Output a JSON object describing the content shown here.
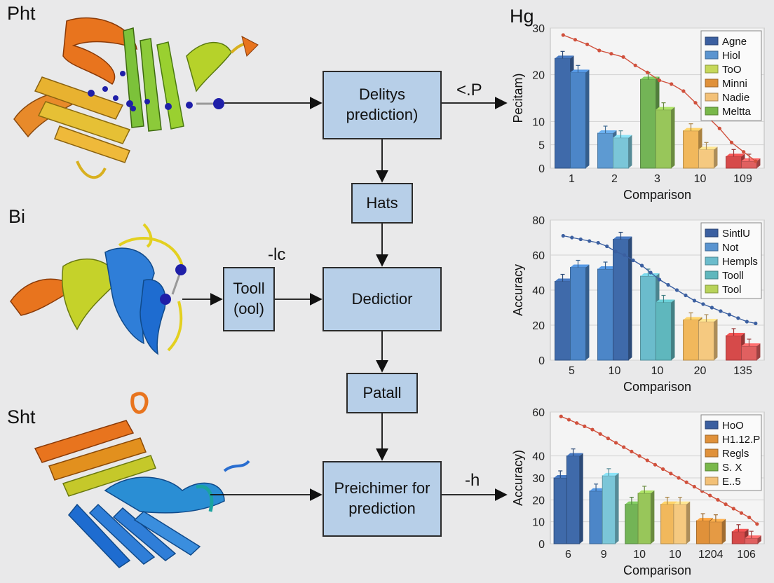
{
  "panel_labels": {
    "top": "Pht",
    "middle": "Bi",
    "bottom": "Sht",
    "chart_top": "Hg"
  },
  "boxes": {
    "b1": "Delitys prediction)",
    "b2": "Hats",
    "b3": "Dedictior",
    "b4": "Patall",
    "b5": "Preichimer for prediction",
    "b6": "Tooll (ool)"
  },
  "edge_labels": {
    "top_right": "<.P",
    "middle": "-lc",
    "bottom_right": "-h"
  },
  "colors": {
    "box_fill": "#b7cfe8",
    "background": "#e9e9ea"
  },
  "chart_data": [
    {
      "type": "bar",
      "xlabel": "Comparison",
      "ylabel": "Pecitam)",
      "ylim": [
        0,
        30
      ],
      "yticks": [
        0,
        5,
        10,
        20,
        30
      ],
      "categories": [
        "1",
        "2",
        "3",
        "10",
        "109"
      ],
      "legend": [
        "Agne",
        "Hiol",
        "ToO",
        "Minni",
        "Nadie",
        "Meltta"
      ],
      "legend_colors": [
        "#3b5fa0",
        "#5a94d0",
        "#c6d85a",
        "#e0913a",
        "#f3c178",
        "#79b84a"
      ],
      "legend_position": "top-right",
      "bars": [
        {
          "category": "1",
          "values": [
            23.5,
            20.5
          ],
          "colors": [
            "#3f6aaa",
            "#4c86c8"
          ]
        },
        {
          "category": "2",
          "values": [
            7.5,
            6.5
          ],
          "colors": [
            "#5d9ad2",
            "#7bc6d8"
          ]
        },
        {
          "category": "3",
          "values": [
            19,
            12.5
          ],
          "colors": [
            "#73b456",
            "#98c65a"
          ]
        },
        {
          "category": "10",
          "values": [
            8,
            4
          ],
          "colors": [
            "#f1b85c",
            "#f5c980"
          ]
        },
        {
          "category": "109",
          "values": [
            2.5,
            1.5
          ],
          "colors": [
            "#d64a4a",
            "#e06060"
          ]
        }
      ],
      "trend": {
        "color": "#d0503c",
        "values": [
          28.5,
          27.5,
          26.5,
          25.2,
          24.5,
          23.8,
          22,
          20.5,
          18.8,
          18,
          16.5,
          14,
          11,
          8.5,
          5.5,
          3.5,
          1.5
        ]
      }
    },
    {
      "type": "bar",
      "xlabel": "Comparison",
      "ylabel": "Accuracy",
      "ylim": [
        0,
        80
      ],
      "yticks": [
        0,
        20,
        40,
        60,
        80
      ],
      "categories": [
        "5",
        "10",
        "10",
        "20",
        "135"
      ],
      "legend": [
        "SintlU",
        "Not",
        "Hempls",
        "Tooll",
        "Tool"
      ],
      "legend_colors": [
        "#3b5fa0",
        "#5a94d0",
        "#6bbccc",
        "#5fb7bd",
        "#b8d35a"
      ],
      "legend_position": "top-right",
      "bars": [
        {
          "category": "5",
          "values": [
            45,
            53
          ],
          "colors": [
            "#3f6aaa",
            "#4c86c8"
          ]
        },
        {
          "category": "10",
          "values": [
            52,
            69
          ],
          "colors": [
            "#4c86c8",
            "#3f6aaa"
          ]
        },
        {
          "category": "10",
          "values": [
            48,
            33
          ],
          "colors": [
            "#6bbccc",
            "#5fb7bd"
          ]
        },
        {
          "category": "20",
          "values": [
            23,
            22
          ],
          "colors": [
            "#f1b85c",
            "#f5c980"
          ]
        },
        {
          "category": "135",
          "values": [
            14,
            8
          ],
          "colors": [
            "#d64a4a",
            "#e06060"
          ]
        }
      ],
      "trend": {
        "color": "#3b5fa0",
        "values": [
          71,
          70,
          69,
          68,
          67,
          65,
          62,
          60,
          57,
          54,
          50,
          46,
          43,
          40,
          37,
          34,
          32,
          30,
          28,
          26,
          24,
          22,
          21
        ]
      }
    },
    {
      "type": "bar",
      "xlabel": "Comparison",
      "ylabel": "Accuracy)",
      "ylim": [
        0,
        60
      ],
      "yticks": [
        0,
        10,
        20,
        30,
        40,
        60
      ],
      "categories": [
        "6",
        "9",
        "10",
        "10",
        "1204",
        "106"
      ],
      "legend": [
        "HoO",
        "H1.12.P",
        "Regls",
        "S. X",
        "E..5"
      ],
      "legend_colors": [
        "#3b5fa0",
        "#e0913a",
        "#e0913a",
        "#79b84a",
        "#f3c178"
      ],
      "legend_position": "top-right",
      "bars": [
        {
          "category": "6",
          "values": [
            30,
            40
          ],
          "colors": [
            "#3f6aaa",
            "#3f6aaa"
          ]
        },
        {
          "category": "9",
          "values": [
            24,
            31
          ],
          "colors": [
            "#4c86c8",
            "#7bc6d8"
          ]
        },
        {
          "category": "10",
          "values": [
            18,
            23
          ],
          "colors": [
            "#73b456",
            "#98c65a"
          ]
        },
        {
          "category": "10",
          "values": [
            18,
            18
          ],
          "colors": [
            "#f1b85c",
            "#f5c980"
          ]
        },
        {
          "category": "1204",
          "values": [
            10.5,
            10
          ],
          "colors": [
            "#e0913a",
            "#e59a44"
          ]
        },
        {
          "category": "106",
          "values": [
            5.5,
            2.5
          ],
          "colors": [
            "#d64a4a",
            "#e06060"
          ]
        }
      ],
      "trend": {
        "color": "#d0503c",
        "values": [
          58,
          56.5,
          55,
          53.5,
          52,
          50,
          48,
          46,
          44,
          42,
          40,
          38,
          36,
          34,
          32,
          30,
          28,
          26,
          24,
          22,
          20,
          18,
          16,
          14,
          12,
          9
        ]
      }
    }
  ]
}
